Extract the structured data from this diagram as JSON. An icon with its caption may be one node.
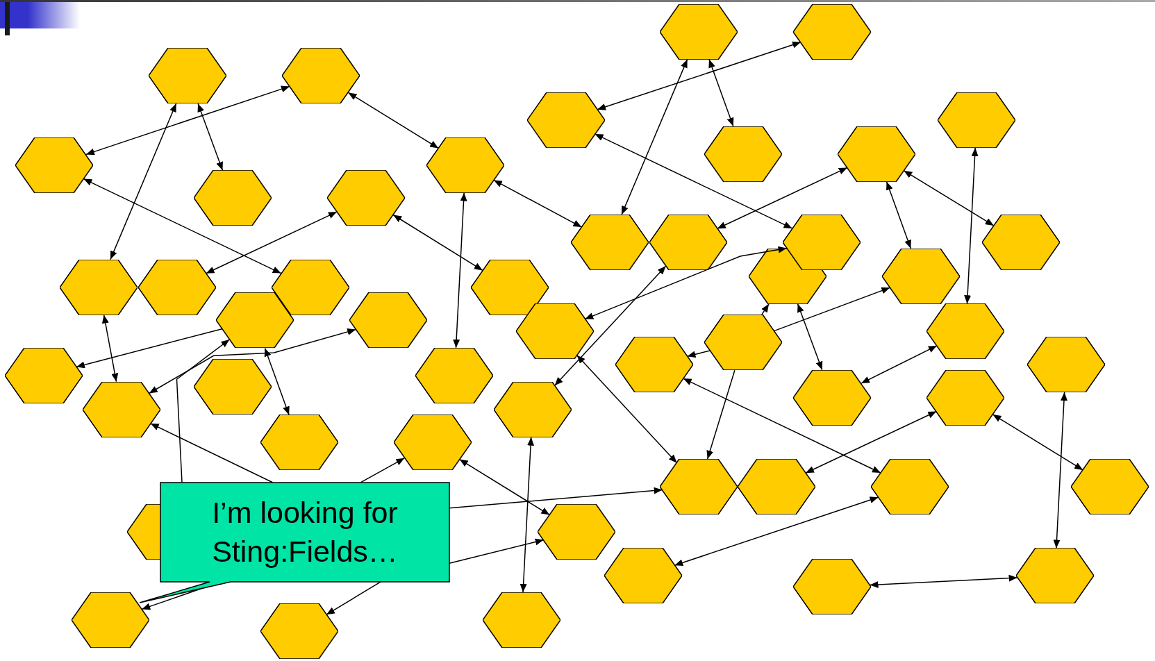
{
  "diagram": {
    "nodes": [
      {
        "text": [],
        "shape": "hexagon"
      },
      {
        "text": [],
        "shape": "hexagon"
      },
      {
        "text": [],
        "shape": "hexagon"
      },
      {
        "text": [],
        "shape": "hexagon"
      },
      {
        "text": [],
        "shape": "hexagon"
      },
      {
        "text": [],
        "shape": "hexagon"
      },
      {
        "text": [],
        "shape": "hexagon"
      },
      {
        "text": [],
        "shape": "hexagon"
      },
      {
        "text": [],
        "shape": "hexagon"
      },
      {
        "text": [],
        "shape": "hexagon"
      },
      {
        "text": [],
        "shape": "hexagon"
      },
      {
        "text": [],
        "shape": "hexagon"
      },
      {
        "text": [],
        "shape": "hexagon"
      },
      {
        "text": [],
        "shape": "hexagon"
      },
      {
        "text": [],
        "shape": "hexagon"
      },
      {
        "text": [],
        "shape": "hexagon"
      },
      {
        "text": [],
        "shape": "hexagon"
      },
      {
        "text": [],
        "shape": "hexagon"
      },
      {
        "text": [],
        "shape": "hexagon"
      },
      {
        "text": [],
        "shape": "hexagon"
      },
      {
        "text": [],
        "shape": "hexagon"
      },
      {
        "text": [],
        "shape": "hexagon"
      },
      {
        "text": [],
        "shape": "hexagon"
      },
      {
        "text": [],
        "shape": "hexagon"
      },
      {
        "text": [],
        "shape": "hexagon"
      },
      {
        "text": [],
        "shape": "hexagon"
      },
      {
        "text": [],
        "shape": "hexagon"
      },
      {
        "text": [],
        "shape": "hexagon"
      },
      {
        "text": [],
        "shape": "hexagon"
      },
      {
        "text": [],
        "shape": "hexagon"
      },
      {
        "text": [],
        "shape": "hexagon"
      },
      {
        "text": [],
        "shape": "hexagon"
      },
      {
        "text": [],
        "shape": "hexagon"
      },
      {
        "text": [],
        "shape": "hexagon"
      },
      {
        "text": [],
        "shape": "hexagon"
      },
      {
        "text": [],
        "shape": "hexagon"
      },
      {
        "text": [],
        "shape": "hexagon"
      },
      {
        "text": [],
        "shape": "hexagon"
      },
      {
        "text": [],
        "shape": "hexagon"
      },
      {
        "text": [],
        "shape": "hexagon"
      },
      {
        "text": [],
        "shape": "hexagon"
      },
      {
        "text": [],
        "shape": "hexagon"
      },
      {
        "text": [],
        "shape": "hexagon"
      },
      {
        "text": [],
        "shape": "hexagon"
      },
      {
        "text": [],
        "shape": "hexagon"
      },
      {
        "text": [],
        "shape": "hexagon"
      },
      {
        "text": [],
        "shape": "hexagon"
      },
      {
        "text": [],
        "shape": "hexagon"
      },
      {
        "text": [],
        "shape": "hexagon"
      },
      {
        "text": [],
        "shape": "hexagon"
      },
      {
        "text": [
          "I’m looking for Sting:Fields…"
        ]
      }
    ],
    "edges": [
      {
        "from": 2,
        "to": 1,
        "arrow": "both"
      },
      {
        "from": 0,
        "to": 18,
        "arrow": "both"
      },
      {
        "from": 0,
        "to": 3,
        "arrow": "both"
      },
      {
        "from": 1,
        "to": 4,
        "arrow": "both"
      },
      {
        "from": 2,
        "to": 20,
        "arrow": "both"
      },
      {
        "from": 5,
        "to": 19,
        "arrow": "both"
      },
      {
        "from": 5,
        "to": 23,
        "arrow": "both"
      },
      {
        "from": 4,
        "to": 29,
        "arrow": "both"
      },
      {
        "from": 4,
        "to": 12,
        "arrow": "both"
      },
      {
        "from": 8,
        "to": 7,
        "arrow": "both"
      },
      {
        "from": 6,
        "to": 12,
        "arrow": "both"
      },
      {
        "from": 6,
        "to": 9,
        "arrow": "both"
      },
      {
        "from": 8,
        "to": 14,
        "arrow": "both"
      },
      {
        "from": 10,
        "to": 13,
        "arrow": "both"
      },
      {
        "from": 10,
        "to": 16,
        "arrow": "both"
      },
      {
        "from": 10,
        "to": 17,
        "arrow": "both"
      },
      {
        "from": 11,
        "to": 32,
        "arrow": "both"
      },
      {
        "from": 24,
        "to": 14,
        "arrow": "both"
      },
      {
        "from": 31,
        "to": 15,
        "arrow": "to"
      },
      {
        "from": 15,
        "to": 33,
        "arrow": "both"
      },
      {
        "from": 31,
        "to": 16,
        "arrow": "to"
      },
      {
        "from": 31,
        "to": 30,
        "arrow": "to"
      },
      {
        "from": 31,
        "to": 38,
        "arrow": "to"
      },
      {
        "from": 33,
        "to": 32,
        "arrow": "both"
      },
      {
        "from": 21,
        "to": 25,
        "arrow": "to"
      },
      {
        "from": 21,
        "to": 28,
        "arrow": "both"
      },
      {
        "from": 18,
        "to": 26,
        "arrow": "both"
      },
      {
        "from": 22,
        "to": 26,
        "arrow": "both"
      },
      {
        "from": 13,
        "to": 35,
        "arrow": "both"
      },
      {
        "from": 24,
        "to": 38,
        "arrow": "both"
      },
      {
        "from": 36,
        "to": 42,
        "arrow": "both"
      },
      {
        "from": 35,
        "to": 49,
        "arrow": "both"
      },
      {
        "from": 30,
        "to": 40,
        "arrow": "both"
      },
      {
        "from": 37,
        "to": 39,
        "arrow": "both"
      },
      {
        "from": 37,
        "to": 41,
        "arrow": "both"
      },
      {
        "from": 34,
        "to": 46,
        "arrow": "both"
      },
      {
        "from": 40,
        "to": 44,
        "arrow": "both"
      },
      {
        "from": 45,
        "to": 46,
        "arrow": "both"
      },
      {
        "from": 50,
        "to": 21,
        "arrow": "to"
      },
      {
        "from": 50,
        "to": 26,
        "arrow": "to"
      },
      {
        "from": 50,
        "to": 36,
        "arrow": "to"
      },
      {
        "from": 50,
        "to": 38,
        "arrow": "to"
      },
      {
        "from": 50,
        "to": 42,
        "arrow": "to"
      },
      {
        "from": 50,
        "to": 48,
        "arrow": "to"
      },
      {
        "from": 50,
        "to": 47,
        "arrow": "to"
      }
    ]
  }
}
